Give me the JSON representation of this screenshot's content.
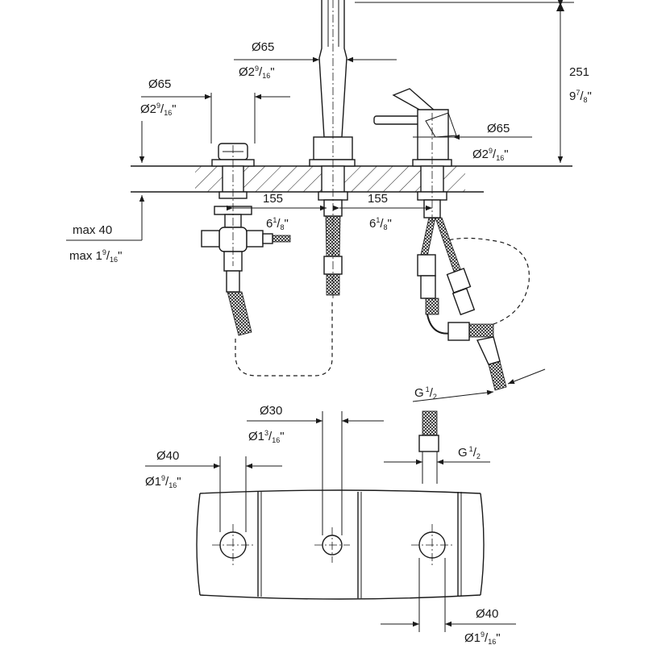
{
  "dims": {
    "height_mm": "251",
    "height_in": {
      "whole": "9",
      "num": "7",
      "den": "8"
    },
    "spout_dia_mm": "Ø65",
    "spout_dia_in": {
      "whole": "Ø2",
      "num": "9",
      "den": "16"
    },
    "left_dia_mm": "Ø65",
    "left_dia_in": {
      "whole": "Ø2",
      "num": "9",
      "den": "16"
    },
    "right_dia_mm": "Ø65",
    "right_dia_in": {
      "whole": "Ø2",
      "num": "9",
      "den": "16"
    },
    "spacing_left_mm": "155",
    "spacing_left_in": {
      "whole": "6",
      "num": "1",
      "den": "8"
    },
    "spacing_right_mm": "155",
    "spacing_right_in": {
      "whole": "6",
      "num": "1",
      "den": "8"
    },
    "max_thickness_mm": "max 40",
    "max_thickness_in": {
      "whole": "max 1",
      "num": "9",
      "den": "16"
    },
    "thread_1": {
      "whole": "G",
      "num": "1",
      "den": "2"
    },
    "thread_2": {
      "whole": "G",
      "num": "1",
      "den": "2"
    },
    "hole_center_mm": "Ø30",
    "hole_center_in": {
      "whole": "Ø1",
      "num": "3",
      "den": "16"
    },
    "hole_left_mm": "Ø40",
    "hole_left_in": {
      "whole": "Ø1",
      "num": "9",
      "den": "16"
    },
    "hole_right_mm": "Ø40",
    "hole_right_in": {
      "whole": "Ø1",
      "num": "9",
      "den": "16"
    }
  }
}
